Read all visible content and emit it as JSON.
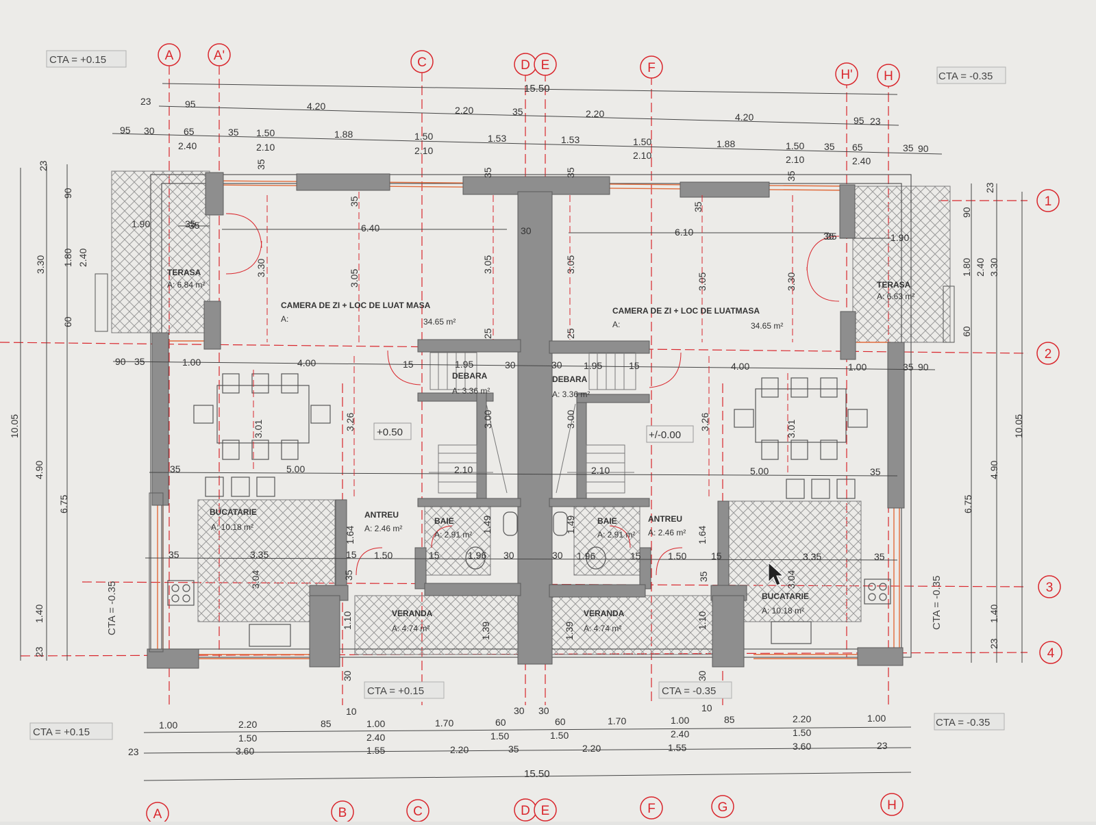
{
  "colors": {
    "paper": "#ecebe8",
    "wall": "#8e8e8e",
    "wall_dark": "#6f6f6f",
    "hatch": "#9a9a9a",
    "axis_red": "#d9262c",
    "window_red": "#e06a3a",
    "ink": "#333333"
  },
  "cta_labels": {
    "top_left": "CTA = +0.15",
    "top_right": "CTA = -0.35",
    "side_left": "CTA = -0.35",
    "side_right": "CTA = -0.35",
    "bottom_mid_left": "CTA = +0.15",
    "bottom_mid_right": "CTA = -0.35",
    "bottom_left": "CTA = +0.15",
    "bottom_right": "CTA = -0.35"
  },
  "top_axes": [
    "A",
    "A'",
    "C",
    "D",
    "E",
    "F",
    "H'",
    "H"
  ],
  "bottom_axes": [
    "A",
    "B",
    "C",
    "D",
    "E",
    "F",
    "G",
    "H"
  ],
  "right_axes": [
    "1",
    "2",
    "3",
    "4"
  ],
  "top_dimensions": {
    "overall": "15.50",
    "row2": [
      "23",
      "95",
      "4.20",
      "2.20",
      "35",
      "2.20",
      "4.20",
      "95",
      "23"
    ],
    "row3_upper": [
      "95",
      "30",
      "65",
      "35",
      "1.50",
      "1.88",
      "1.50",
      "1.53",
      "1.53",
      "1.50",
      "1.88",
      "1.50",
      "35",
      "65",
      "35",
      "90"
    ],
    "row3_lower": [
      "2.40",
      "2.10",
      "2.10",
      "2.10",
      "2.10",
      "2.40"
    ]
  },
  "bottom_dimensions": {
    "row1": [
      "1.00",
      "2.20",
      "85",
      "10",
      "1.00",
      "1.70",
      "60",
      "30",
      "30",
      "60",
      "1.70",
      "1.00",
      "10",
      "85",
      "2.20",
      "1.00"
    ],
    "row1_lower": [
      "1.50",
      "2.40",
      "1.50",
      "1.50",
      "2.40",
      "1.50"
    ],
    "row2": [
      "23",
      "3.60",
      "1.55",
      "2.20",
      "35",
      "2.20",
      "1.55",
      "3.60",
      "23"
    ],
    "overall": "15.50"
  },
  "left_dimensions": [
    "23",
    "90",
    "1.80",
    "2.40",
    "60",
    "3.30",
    "10.05",
    "4.90",
    "6.75",
    "1.40",
    "23"
  ],
  "right_dimensions": [
    "23",
    "90",
    "1.80",
    "2.40",
    "3.30",
    "60",
    "10.05",
    "4.90",
    "6.75",
    "1.40",
    "23"
  ],
  "interior_dimensions": [
    "35",
    "35",
    "35",
    "35",
    "35",
    "35",
    "35",
    "35",
    "6.40",
    "6.10",
    "30",
    "3.05",
    "3.05",
    "3.05",
    "3.05",
    "3.30",
    "3.30",
    "1.90",
    "35",
    "35",
    "1.90",
    "25",
    "25",
    "90",
    "35",
    "1.00",
    "4.00",
    "15",
    "1.95",
    "30",
    "30",
    "1.95",
    "15",
    "4.00",
    "1.00",
    "35",
    "90",
    "3.01",
    "3.26",
    "3.00",
    "3.00",
    "3.26",
    "3.01",
    "35",
    "5.00",
    "2.10",
    "2.10",
    "5.00",
    "35",
    "1.64",
    "1.49",
    "1.49",
    "1.64",
    "35",
    "3.35",
    "15",
    "1.50",
    "15",
    "1.96",
    "30",
    "30",
    "1.96",
    "15",
    "1.50",
    "15",
    "3.35",
    "35",
    "3.04",
    "3.04",
    "35",
    "35",
    "1.10",
    "1.39",
    "1.39",
    "1.10",
    "30",
    "30"
  ],
  "levels": {
    "left": "+0.50",
    "right": "+/-0.00"
  },
  "rooms": {
    "terasa_left": {
      "name": "TERASA",
      "area": "A: 6.84 m²"
    },
    "terasa_right": {
      "name": "TERASA",
      "area": "A: 6.63 m²"
    },
    "camera_left": {
      "name": "CAMERA DE ZI + LOC DE LUAT MASA",
      "prefix": "A:",
      "area": "34.65 m²"
    },
    "camera_right": {
      "name": "CAMERA DE ZI + LOC DE LUATMASA",
      "prefix": "A:",
      "area": "34.65 m²"
    },
    "debara_left": {
      "name": "DEBARA",
      "area": "A: 3.36 m²"
    },
    "debara_right": {
      "name": "DEBARA",
      "area": "A: 3.36 m²"
    },
    "bucatarie_left": {
      "name": "BUCATARIE",
      "area": "A: 10.18 m²"
    },
    "bucatarie_right": {
      "name": "BUCATARIE",
      "area": "A: 10.18 m²"
    },
    "antreu_left": {
      "name": "ANTREU",
      "area": "A: 2.46 m²"
    },
    "antreu_right": {
      "name": "ANTREU",
      "area": "A: 2.46 m²"
    },
    "baie_left": {
      "name": "BAIE",
      "area": "A: 2.91 m²"
    },
    "baie_right": {
      "name": "BAIE",
      "area": "A: 2.91 m²"
    },
    "veranda_left": {
      "name": "VERANDA",
      "area": "A: 4.74 m²"
    },
    "veranda_right": {
      "name": "VERANDA",
      "area": "A: 4.74 m²"
    }
  }
}
